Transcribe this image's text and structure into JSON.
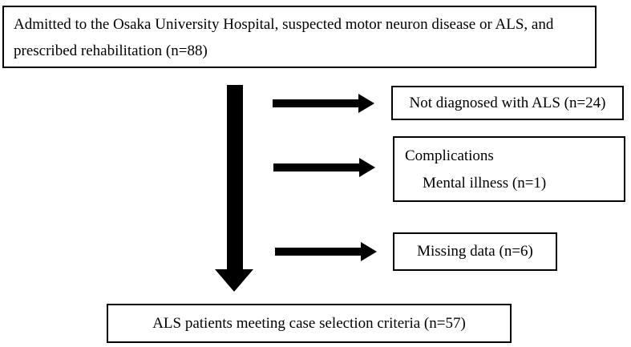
{
  "flowchart": {
    "colors": {
      "ink": "#000000",
      "paper": "#ffffff"
    },
    "top_box": {
      "lines": [
        "Admitted to the Osaka University Hospital, suspected motor neuron disease or ALS, and",
        "prescribed rehabilitation (n=88)"
      ]
    },
    "exclusions": [
      {
        "label": "Not diagnosed with ALS (n=24)"
      },
      {
        "title": "Complications",
        "detail": "Mental illness (n=1)"
      },
      {
        "label": "Missing data (n=6)"
      }
    ],
    "bottom_box": {
      "text": "ALS patients meeting case selection criteria (n=57)"
    }
  }
}
